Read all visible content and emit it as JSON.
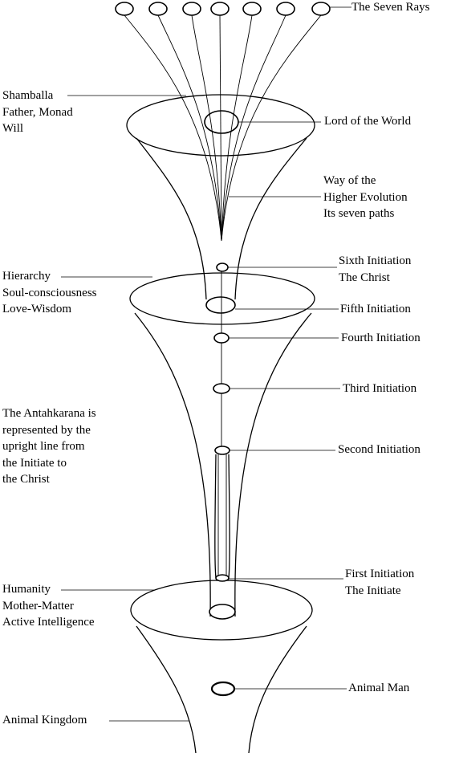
{
  "labels": {
    "seven_rays": "The Seven Rays",
    "shamballa": [
      "Shamballa",
      "Father, Monad",
      "Will"
    ],
    "lord_of_world": "Lord of the World",
    "way_higher": [
      "Way of the",
      "Higher Evolution",
      "Its seven paths"
    ],
    "hierarchy": [
      "Hierarchy",
      "Soul-consciousness",
      "Love-Wisdom"
    ],
    "sixth_initiation": [
      "Sixth Initiation",
      "The Christ"
    ],
    "fifth_initiation": "Fifth Initiation",
    "fourth_initiation": "Fourth Initiation",
    "third_initiation": "Third Initiation",
    "antahkarana": [
      "The Antahkarana is",
      "represented by the",
      "upright line from",
      "the Initiate to",
      "the Christ"
    ],
    "second_initiation": "Second Initiation",
    "humanity": [
      "Humanity",
      "Mother-Matter",
      "Active Intelligence"
    ],
    "first_initiation": [
      "First Initiation",
      "The Initiate"
    ],
    "animal_man": "Animal Man",
    "animal_kingdom": "Animal Kingdom"
  }
}
